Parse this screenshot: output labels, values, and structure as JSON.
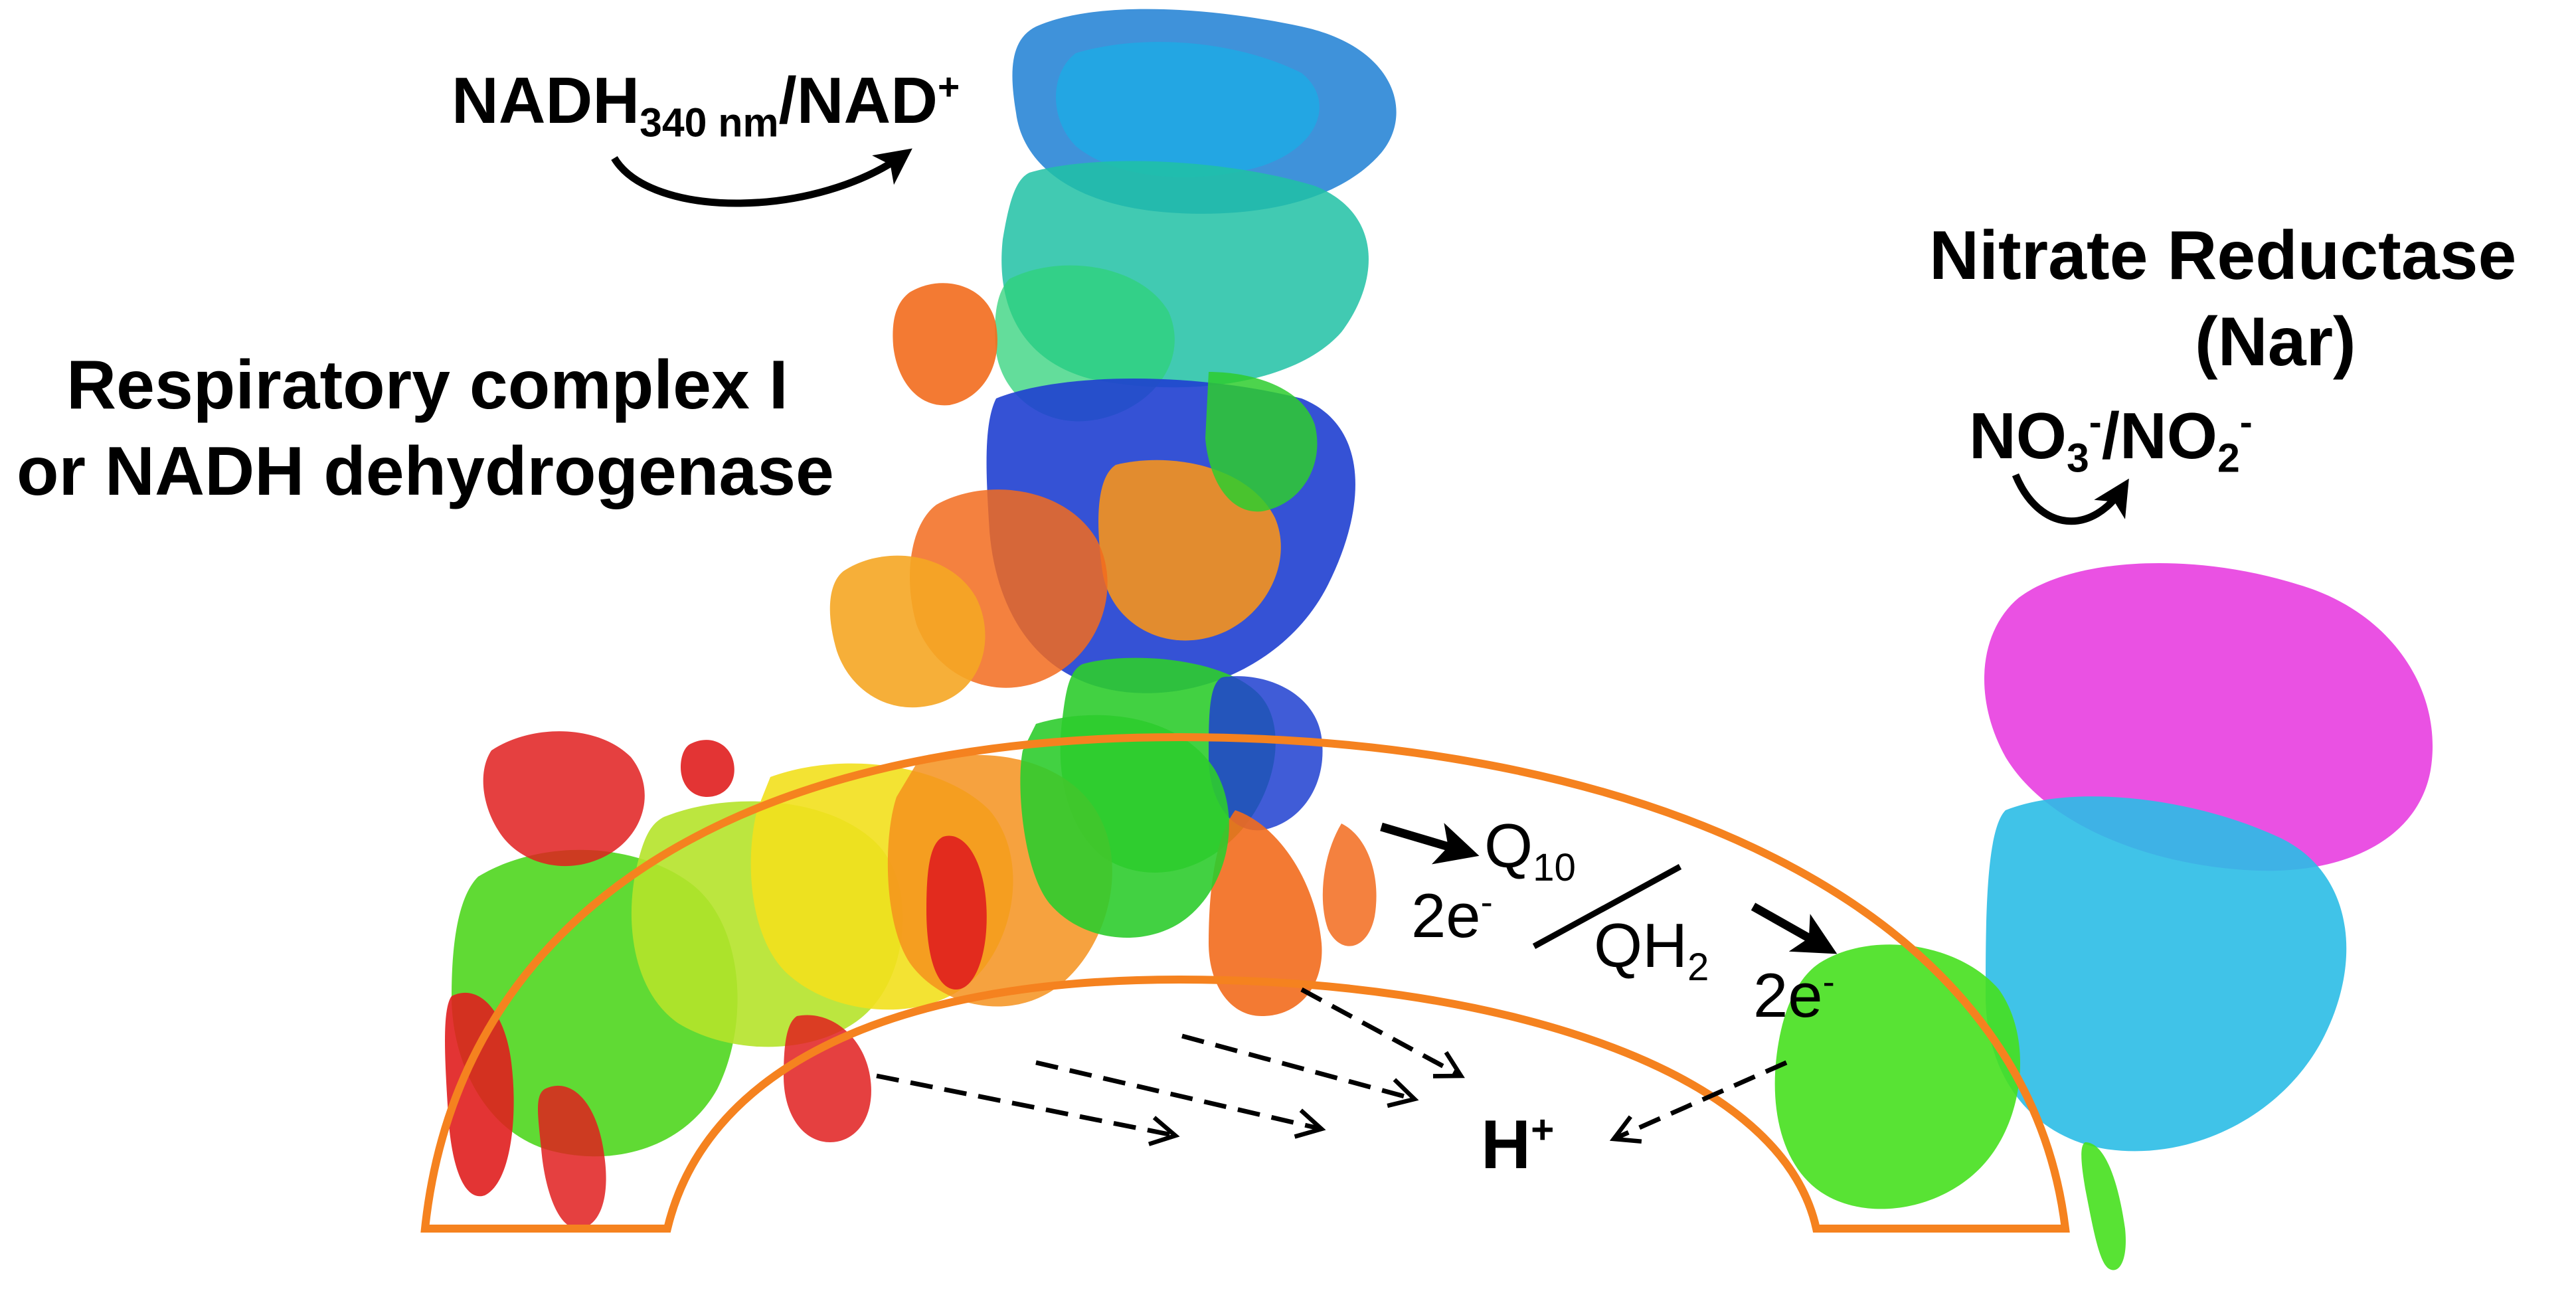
{
  "colors": {
    "membrane": "#f5821f",
    "arrow": "#000000",
    "complex_i_palette": [
      "#1a6fc4",
      "#29abe2",
      "#1fbfa8",
      "#1e3fd6",
      "#2ecc2e",
      "#c8e62c",
      "#f2e01d",
      "#f5a623",
      "#f26b1d",
      "#e01e1e"
    ],
    "nitrate_reductase": [
      "#e83ee0",
      "#2bbde6",
      "#46e01e"
    ]
  },
  "labels": {
    "nadh_reaction": [
      {
        "text": "NADH",
        "style": "normal"
      },
      {
        "text": "340 nm",
        "style": "sub"
      },
      {
        "text": "/NAD",
        "style": "normal"
      },
      {
        "text": "+",
        "style": "sup"
      }
    ],
    "complex_i_line1": "Respiratory complex I",
    "complex_i_line2": "or NADH dehydrogenase",
    "nar_line1": "Nitrate Reductase",
    "nar_line2": "(Nar)",
    "nitrate_reaction": [
      {
        "text": "NO",
        "style": "normal"
      },
      {
        "text": "3",
        "style": "sub"
      },
      {
        "text": "-",
        "style": "sup"
      },
      {
        "text": "/NO",
        "style": "normal"
      },
      {
        "text": "2",
        "style": "sub"
      },
      {
        "text": "-",
        "style": "sup"
      }
    ],
    "q10": [
      {
        "text": "Q",
        "style": "normal"
      },
      {
        "text": "10",
        "style": "sub"
      }
    ],
    "electrons_left": [
      {
        "text": "2e",
        "style": "normal"
      },
      {
        "text": "-",
        "style": "sup"
      }
    ],
    "qh2": [
      {
        "text": "QH",
        "style": "normal"
      },
      {
        "text": "2",
        "style": "sub"
      }
    ],
    "electrons_right": [
      {
        "text": "2e",
        "style": "normal"
      },
      {
        "text": "-",
        "style": "sup"
      }
    ],
    "proton": [
      {
        "text": "H",
        "style": "normal"
      },
      {
        "text": "+",
        "style": "sup"
      }
    ]
  },
  "icons": [
    "curved-reaction-arrow-icon",
    "electron-flow-arrow-icon",
    "proton-pump-dashed-arrow-icon",
    "protein-ribbon-structure-icon"
  ]
}
